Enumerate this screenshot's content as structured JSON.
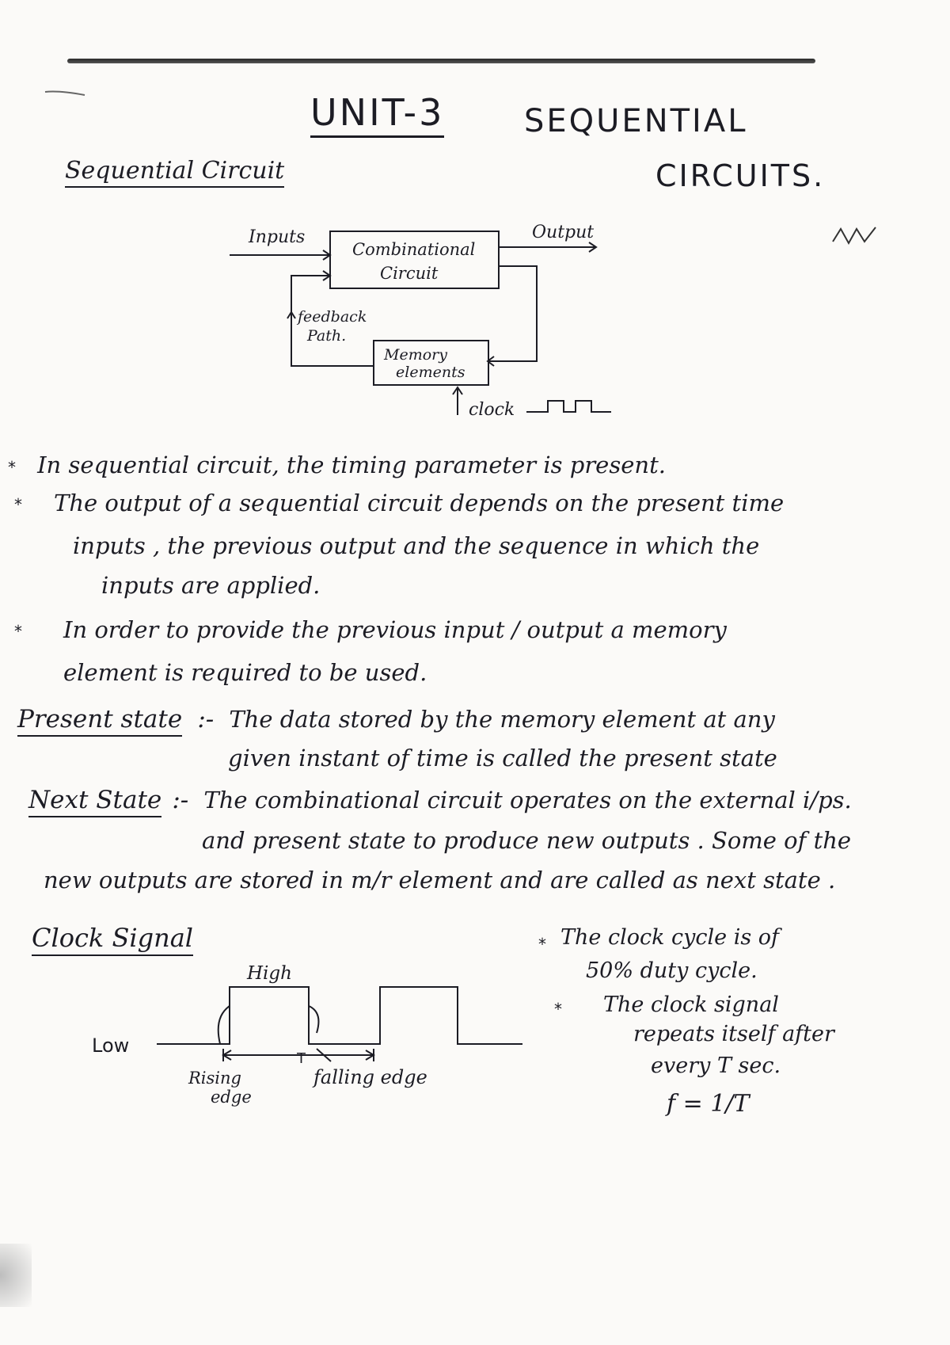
{
  "header": {
    "unit": "UNIT-3",
    "title_line1": "SEQUENTIAL",
    "title_line2": "CIRCUITS.",
    "section": "Sequential Circuit"
  },
  "diagram": {
    "inputs": "Inputs",
    "output": "Output",
    "combinational_line1": "Combinational",
    "combinational_line2": "Circuit",
    "feedback_line1": "feedback",
    "feedback_line2": "Path.",
    "memory_line1": "Memory",
    "memory_line2": "elements",
    "clock": "clock"
  },
  "bullets": [
    {
      "symbol": "*",
      "lines": [
        "In sequential circuit, the timing parameter is present."
      ]
    },
    {
      "symbol": "*",
      "lines": [
        "The output of a sequential circuit depends on the present time",
        "inputs , the previous output and the sequence in which the",
        "inputs are applied."
      ]
    },
    {
      "symbol": "*",
      "lines": [
        "In order to provide the previous input / output a memory",
        "element is required to be used."
      ]
    }
  ],
  "definitions": {
    "present_state": {
      "term": "Present state",
      "sep": ":-",
      "lines": [
        "The data stored by the memory element at any",
        "given instant of time is called the present state"
      ]
    },
    "next_state": {
      "term": "Next State",
      "sep": ":-",
      "lines": [
        "The combinational circuit operates on the external i/ps.",
        "and present state to produce new outputs . Some of the",
        "new outputs are stored in m/r element and are called as next state ."
      ]
    }
  },
  "clock_section": {
    "heading": "Clock Signal",
    "high": "High",
    "low": "Low",
    "period": "T",
    "rising_line1": "Rising",
    "rising_line2": "edge",
    "falling": "falling edge",
    "notes": [
      {
        "symbol": "*",
        "lines": [
          "The clock cycle is of",
          "50% duty cycle."
        ]
      },
      {
        "symbol": "*",
        "lines": [
          "The clock signal",
          "repeats itself after",
          "every T sec."
        ]
      }
    ],
    "formula": "f = 1/T"
  }
}
